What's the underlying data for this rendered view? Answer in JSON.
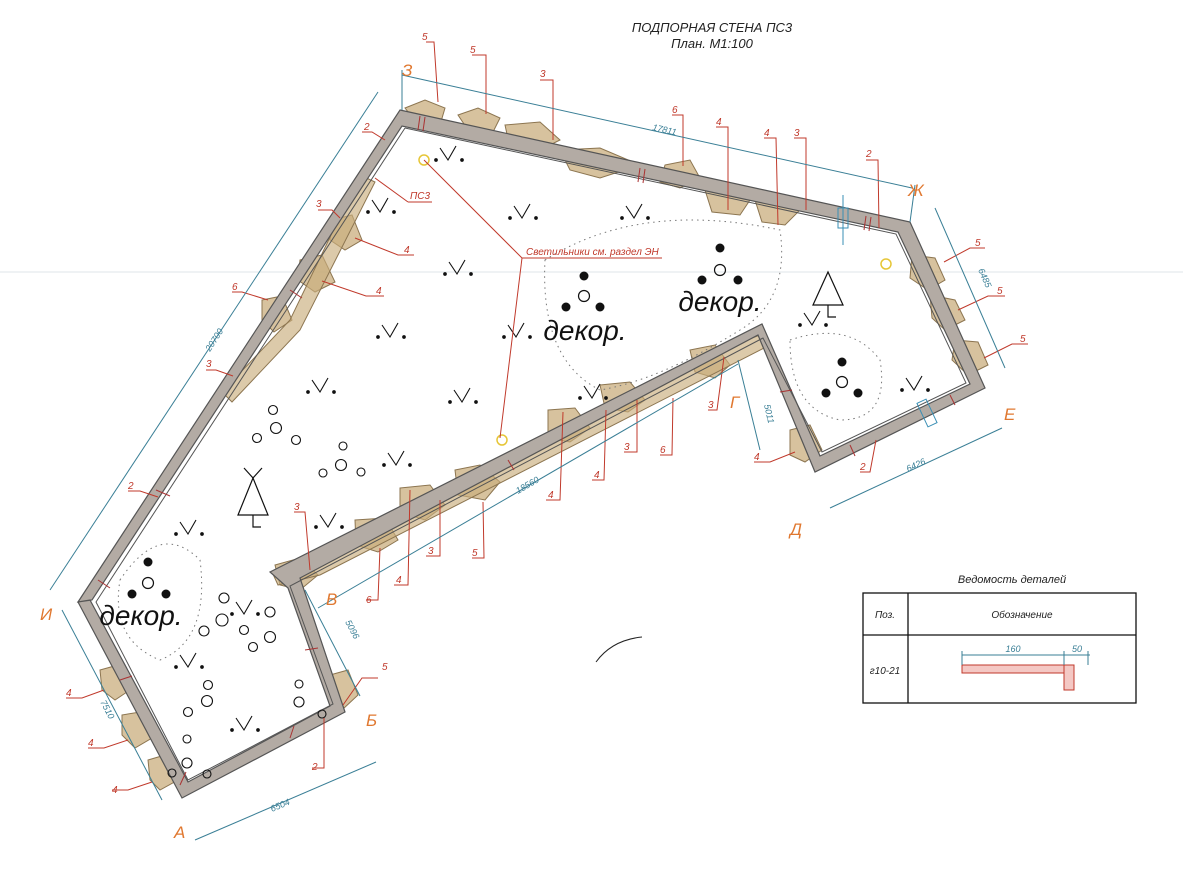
{
  "title": {
    "line1": "ПОДПОРНАЯ СТЕНА ПС3",
    "line2": "План. М1:100"
  },
  "axes": {
    "a": "А",
    "b": "Б",
    "v": "В",
    "g": "Г",
    "d": "Д",
    "e": "Е",
    "zh": "Ж",
    "z": "З",
    "i": "И"
  },
  "dimensions": {
    "top": "17811",
    "left": "20700",
    "bottom_left": "6504",
    "mid_diag": "18560",
    "bottom_right": "6426",
    "right": "6485",
    "inner_g": "5011",
    "inner_v": "5096",
    "left_low": "7510"
  },
  "positions": {
    "p2": "2",
    "p3": "3",
    "p4": "4",
    "p5": "5",
    "p6": "6"
  },
  "labels": {
    "ps3": "ПС3",
    "lamps_note": "Светильники см. раздел ЭН",
    "decor": "декор."
  },
  "details_table": {
    "title": "Ведомость деталей",
    "col_pos": "Поз.",
    "col_name": "Обозначение",
    "row_pos": "г10-21",
    "dim_a": "160",
    "dim_b": "50"
  },
  "colors": {
    "wall_fill": "#b3aba4",
    "wall_stroke": "#555555",
    "stone_fill": "#c9ae7d",
    "axis_color": "#e07830",
    "leader_color": "#c0392b",
    "dim_color": "#3a7f96"
  }
}
